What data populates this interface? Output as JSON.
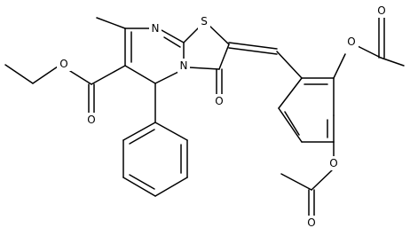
{
  "atom_labels": {
    "n_pyrimidine": "N",
    "n_fused": "N",
    "s_thiazole": "S",
    "o_ketone": "O",
    "o_ester_carbonyl": "O",
    "o_ester_ether": "O",
    "o_acetoxy1_ether": "O",
    "o_acetoxy1_carbonyl": "O",
    "o_acetoxy2_ether": "O",
    "o_acetoxy2_carbonyl": "O"
  },
  "colors": {
    "bond": "#000000",
    "label": "#000000",
    "background": "#ffffff"
  }
}
